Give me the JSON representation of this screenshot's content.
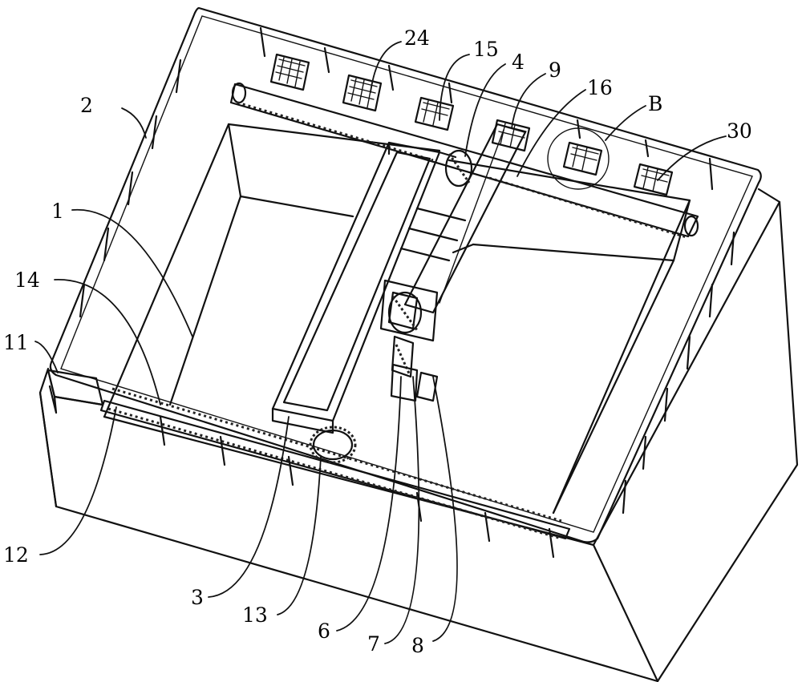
{
  "labels": {
    "l1": "1",
    "l2": "2",
    "l3": "3",
    "l4": "4",
    "l6": "6",
    "l7": "7",
    "l8": "8",
    "l9": "9",
    "l11": "11",
    "l12": "12",
    "l13": "13",
    "l14": "14",
    "l15": "15",
    "l16": "16",
    "l24": "24",
    "l30": "30",
    "lB": "B"
  },
  "colors": {
    "line": "#111111",
    "background": "#ffffff"
  }
}
